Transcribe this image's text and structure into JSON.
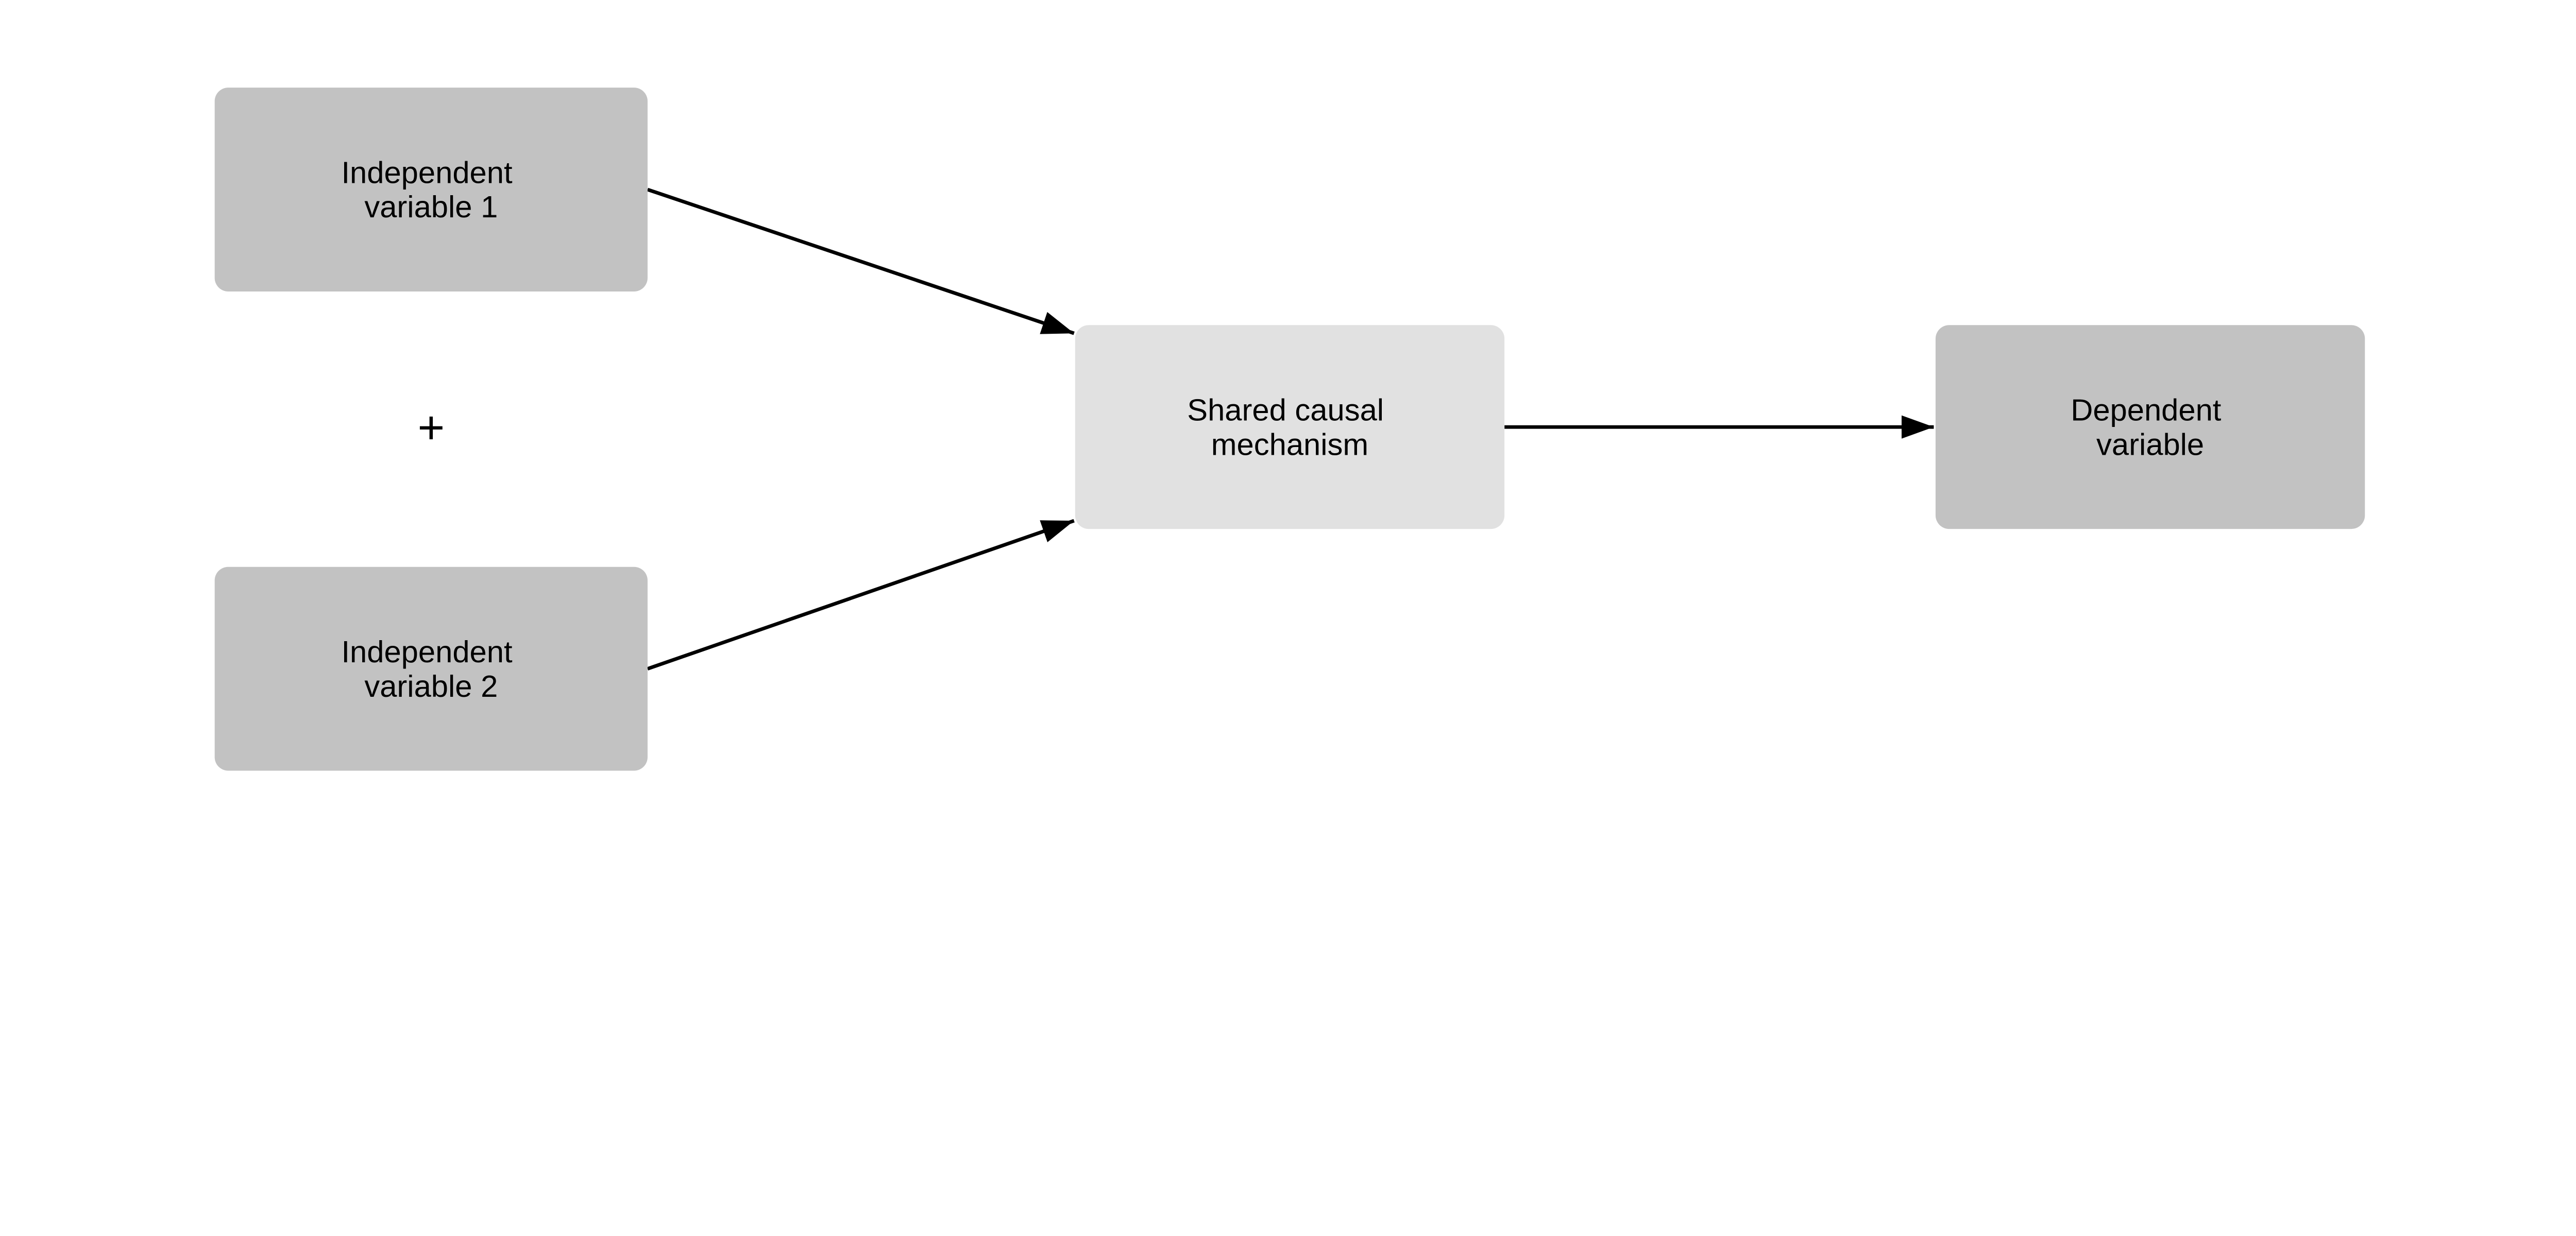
{
  "colors": {
    "background": "#ffffff",
    "node_fill": "#c2c2c2",
    "mechanism_fill": "#e1e1e1",
    "arrow": "#000000",
    "text": "#000000"
  },
  "nodes": [
    {
      "id": "independent-variable-1",
      "lines": [
        "Independent",
        "variable 1"
      ]
    },
    {
      "id": "independent-variable-2",
      "lines": [
        "Independent",
        "variable 2"
      ]
    },
    {
      "id": "shared-causal-mechanism",
      "lines": [
        "Shared causal",
        "mechanism"
      ]
    },
    {
      "id": "dependent-variable",
      "lines": [
        "Dependent",
        "variable"
      ]
    }
  ],
  "operators": {
    "plus": "+"
  },
  "edges": [
    {
      "from": "independent-variable-1",
      "to": "shared-causal-mechanism"
    },
    {
      "from": "independent-variable-2",
      "to": "shared-causal-mechanism"
    },
    {
      "from": "shared-causal-mechanism",
      "to": "dependent-variable"
    }
  ]
}
